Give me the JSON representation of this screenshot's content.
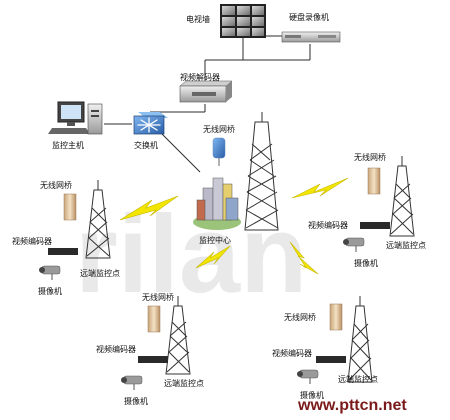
{
  "labels": {
    "tv_wall": "电视墙",
    "dvr": "硬盘录像机",
    "video_decoder": "视频解码器",
    "monitor_host": "监控主机",
    "switch": "交换机",
    "wireless_bridge": "无线网桥",
    "control_center": "监控中心",
    "video_encoder": "视频编码器",
    "remote_point": "远端监控点",
    "camera": "摄像机"
  },
  "watermark": {
    "big": "rilan",
    "site": "www.pttcn.net"
  },
  "colors": {
    "line": "#2b2b2b",
    "lightning": "#f2e600",
    "lightning_stroke": "#c8b800",
    "tower": "#333333",
    "switch_blue": "#3d7fc9",
    "bridge_tan": "#e8cfa8",
    "watermark": "#cfcfcf",
    "site_text": "#7a1a1a"
  }
}
